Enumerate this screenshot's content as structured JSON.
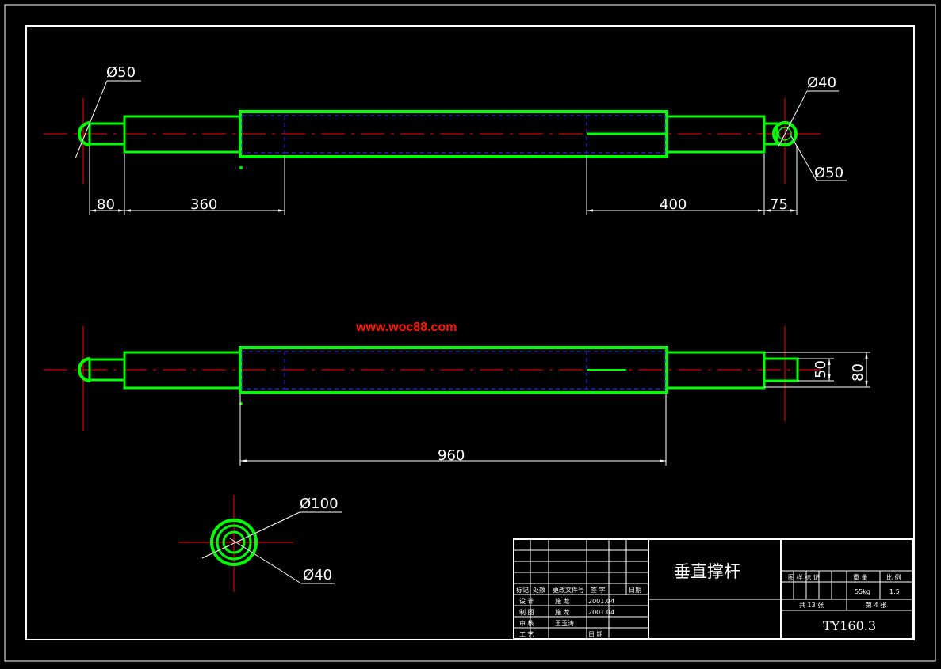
{
  "drawing": {
    "watermark": "www.woc88.com",
    "colors": {
      "background": "#000000",
      "outline": "#00ff00",
      "centerline": "#ff0000",
      "hidden": "#0000ff",
      "dimension": "#ffffff"
    },
    "top_view": {
      "dims": {
        "d_left_eye": "Ø50",
        "d_right_hole": "Ø40",
        "d_right_eye": "Ø50",
        "len_80": "80",
        "len_360": "360",
        "len_400": "400",
        "len_75": "75"
      }
    },
    "front_view": {
      "dims": {
        "len_960": "960",
        "h_50": "50",
        "h_80": "80"
      }
    },
    "section_view": {
      "dims": {
        "d_outer": "Ø100",
        "d_inner": "Ø40"
      }
    }
  },
  "title_block": {
    "title": "垂直撑杆",
    "drawing_number": "TY160.3",
    "header": {
      "mark": "标记",
      "count": "处数",
      "change_doc": "更改文件号",
      "signature": "签 字",
      "date": "日期"
    },
    "rows": {
      "design_label": "设 计",
      "design_name": "施 龙",
      "design_date": "2001.04",
      "draw_label": "制 图",
      "draw_name": "施 龙",
      "draw_date": "2001.04",
      "review_label": "审 核",
      "review_name": "王玉涛",
      "process_label": "工 艺",
      "process_date_label": "日 期"
    },
    "info": {
      "stage_mark_label": "图 样 标 记",
      "weight_label": "重 量",
      "scale_label": "比 例",
      "weight": "55kg",
      "scale": "1:5",
      "total_sheets": "共 13 张",
      "sheet_no": "第 4 张"
    }
  }
}
